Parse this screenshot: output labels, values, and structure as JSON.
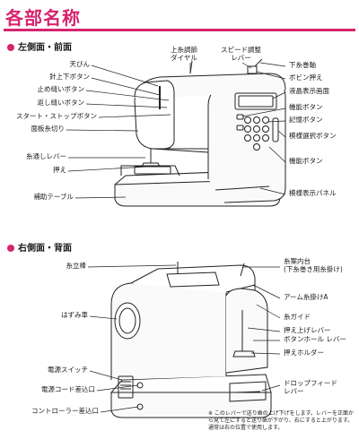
{
  "title": "各部名称",
  "section1": {
    "heading": "左側面・前面"
  },
  "section2": {
    "heading": "右側面・背面"
  },
  "labels1": {
    "tenbin": "天びん",
    "needle_updown": "針上下ボタン",
    "lock_stitch": "止め縫いボタン",
    "reverse": "返し縫いボタン",
    "start_stop": "スタート・ストップボタン",
    "faceplate": "面板糸切り",
    "threader": "糸通しレバー",
    "presser": "押え",
    "aux_table": "補助テーブル",
    "tension_1": "上糸調節",
    "tension_2": "ダイヤル",
    "speed_1": "スピード調整",
    "speed_2": "レバー",
    "bobbin_winder": "下糸巻軸",
    "bobbin_stop": "ボビン押え",
    "lcd": "液晶表示画面",
    "func_btn_1": "機能ボタン",
    "memory": "記憶ボタン",
    "pattern_select": "模様選択ボタン",
    "func_btn_2": "機能ボタン",
    "pattern_panel": "模様表示パネル"
  },
  "labels2": {
    "spool_pin": "糸立棒",
    "handwheel": "はずみ車",
    "power_switch": "電源スイッチ",
    "power_inlet": "電源コード差込口",
    "controller_inlet": "コントローラー差込口",
    "guide_1": "糸案内台",
    "guide_2": "(下糸巻き用糸掛け)",
    "arm_guide": "アーム糸掛けA",
    "thread_guide": "糸ガイド",
    "presser_lever": "押え上げレバー",
    "buttonhole": "ボタンホール レバー",
    "presser_holder": "押えホルダー",
    "drop_feed_1": "ドロップフィード",
    "drop_feed_2": "レバー"
  },
  "note": "※ このレバーで送り歯の上げ下げをします。レバーを正面から見て左にすると送り歯が下がり、右にすると上がります。通常は右の位置で使用します。"
}
